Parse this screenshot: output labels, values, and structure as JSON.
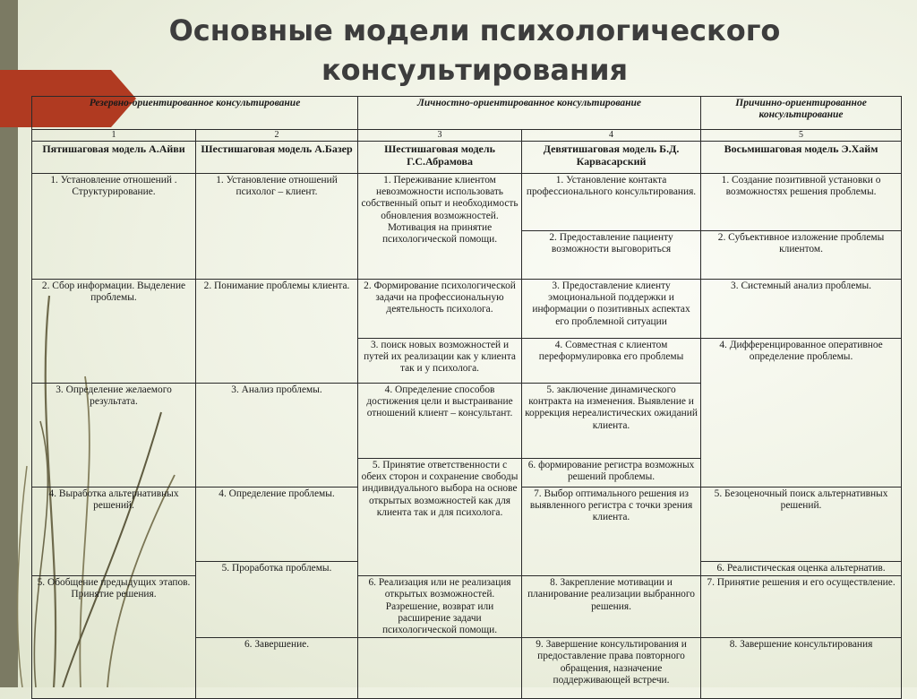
{
  "title": "Основные модели психологического консультирования",
  "header": [
    "Резервно-ориентированное консультирование",
    "Личностно-ориентированное консультирование",
    "Причинно-ориентированное консультирование"
  ],
  "numbers": [
    "1",
    "2",
    "3",
    "4",
    "5"
  ],
  "models": [
    "Пятишаговая модель А.Айви",
    "Шестишаговая модель А.Базер",
    "Шестишаговая модель Г.С.Абрамова",
    "Девятишаговая модель Б.Д. Карвасарский",
    "Восьмишаговая модель Э.Хайм"
  ],
  "cells": {
    "ivey1": "1. Установление отношений . Структурирование.",
    "ivey2": "2. Сбор информации. Выделение проблемы.",
    "ivey3": "3. Определение желаемого результата.",
    "ivey4": "4. Выработка альтернативных решений.",
    "ivey5": "5. Обобщение предыдущих этапов. Принятие решения.",
    "bazer1": "1. Установление отношений психолог – клиент.",
    "bazer2": "2. Понимание проблемы клиента.",
    "bazer3": "3. Анализ проблемы.",
    "bazer4": "4. Определение проблемы.",
    "bazer5": "5. Проработка проблемы.",
    "bazer6": "6. Завершение.",
    "abr1": "1. Переживание клиентом невозможности использовать собственный опыт и необходимость обновления возможностей. Мотивация на принятие психологической помощи.",
    "abr2": "2. Формирование психологической задачи на профессиональную деятельность психолога.",
    "abr3": "3. поиск новых возможностей и путей их реализации как у клиента так и у психолога.",
    "abr4": "4. Определение способов достижения цели и выстраивание отношений клиент – консультант.",
    "abr5": "5. Принятие ответственности с обеих сторон и сохранение свободы индивидуального выбора на основе открытых возможностей как для клиента так и для психолога.",
    "abr6": "6. Реализация или не реализация открытых возможностей. Разрешение, возврат или расширение задачи психологической помощи.",
    "karv1": "1. Установление контакта профессионального консультирования.",
    "karv2": "2. Предоставление пациенту возможности выговориться",
    "karv3": "3. Предоставление клиенту эмоциональной поддержки и информации о позитивных аспектах его проблемной ситуации",
    "karv4": "4. Совместная с клиентом переформулировка его проблемы",
    "karv5": "5. заключение динамического контракта на изменения. Выявление и коррекция нереалистических ожиданий клиента.",
    "karv6": "6. формирование регистра возможных решений проблемы.",
    "karv7": "7. Выбор оптимального решения из выявленного регистра с точки зрения клиента.",
    "karv8": "8. Закрепление мотивации и планирование реализации выбранного решения.",
    "karv9": "9. Завершение консультирования и предоставление права повторного обращения, назначение поддерживающей встречи.",
    "heim1": "1. Создание позитивной установки о возможностях решения проблемы.",
    "heim2": "2. Субъективное изложение проблемы клиентом.",
    "heim3": "3. Системный анализ проблемы.",
    "heim4": "4. Дифференцированное оперативное определение проблемы.",
    "heim5": "5. Безоценочный поиск альтернативных решений.",
    "heim6": "6. Реалистическая оценка альтернатив.",
    "heim7": "7. Принятие решения и его осуществление.",
    "heim8": "8. Завершение консультирования"
  },
  "colors": {
    "background": "#eef1e2",
    "left_bar": "#7b7a63",
    "arrow": "#b03a21",
    "title": "#3d3d3d"
  }
}
